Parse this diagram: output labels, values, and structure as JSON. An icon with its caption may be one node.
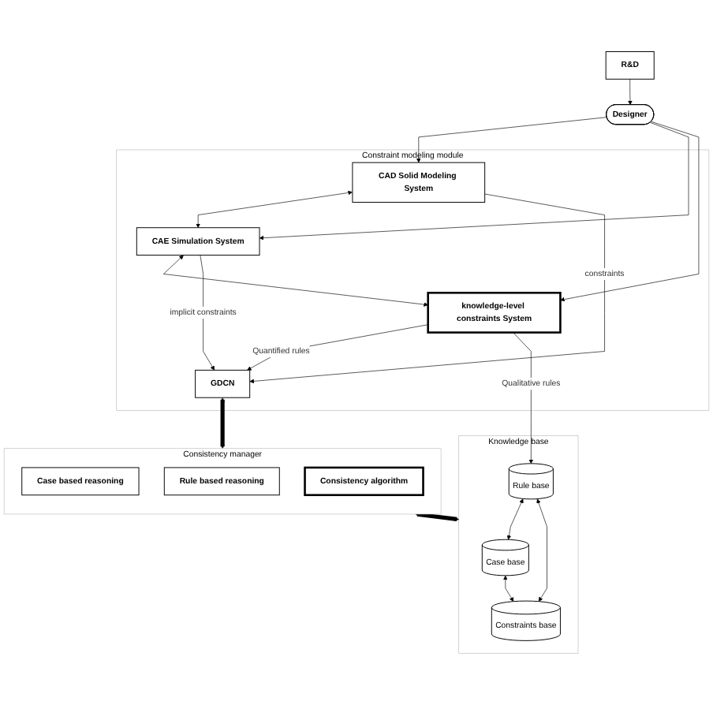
{
  "diagram": {
    "nodes": [
      {
        "text": [
          "R&D"
        ]
      },
      {
        "text": [
          "Designer"
        ]
      },
      {
        "text": [
          "Constraint modeling module"
        ]
      },
      {
        "text": [
          "CAD Solid Modeling System"
        ],
        "in": 2
      },
      {
        "text": [
          "CAE Simulation System"
        ],
        "in": 2
      },
      {
        "text": [
          "knowledge-level constraints System"
        ],
        "in": 2
      },
      {
        "text": [
          "GDCN"
        ],
        "in": 2
      },
      {
        "text": [
          "Consistency manager"
        ]
      },
      {
        "text": [
          "Case based reasoning"
        ],
        "in": 7
      },
      {
        "text": [
          "Rule based reasoning"
        ],
        "in": 7
      },
      {
        "text": [
          "Consistency algorithm"
        ],
        "in": 7
      },
      {
        "text": [
          "Knowledge base"
        ]
      },
      {
        "text": [
          "Case base"
        ],
        "in": 11
      },
      {
        "text": [
          "Rule base"
        ],
        "in": 11
      },
      {
        "text": [
          "Constraints base"
        ],
        "in": 11
      }
    ],
    "edges": [
      {
        "from": 0,
        "to": 1,
        "arrow": "to"
      },
      {
        "from": 1,
        "to": 3,
        "arrow": "to"
      },
      {
        "from": 1,
        "to": 4,
        "arrow": "to"
      },
      {
        "from": 1,
        "to": 5,
        "arrow": "to"
      },
      {
        "from": 3,
        "to": 4,
        "arrow": "both"
      },
      {
        "from": 4,
        "to": 5,
        "arrow": "both"
      },
      {
        "from": 3,
        "to": 6,
        "arrow": "to",
        "label": "constraints"
      },
      {
        "from": 4,
        "to": 6,
        "arrow": "to",
        "label": "implicit constraints"
      },
      {
        "from": 5,
        "to": 6,
        "arrow": "to",
        "label": "Quantified rules"
      },
      {
        "from": 5,
        "to": 13,
        "arrow": "to",
        "label": "Qualitative rules"
      },
      {
        "from": 6,
        "to": 7,
        "arrow": "both",
        "style": "thick"
      },
      {
        "from": 7,
        "to": 11,
        "arrow": "both",
        "style": "thick"
      },
      {
        "from": 12,
        "to": 13,
        "arrow": "both"
      },
      {
        "from": 12,
        "to": 14,
        "arrow": "both"
      },
      {
        "from": 13,
        "to": 14,
        "arrow": "both"
      }
    ]
  }
}
